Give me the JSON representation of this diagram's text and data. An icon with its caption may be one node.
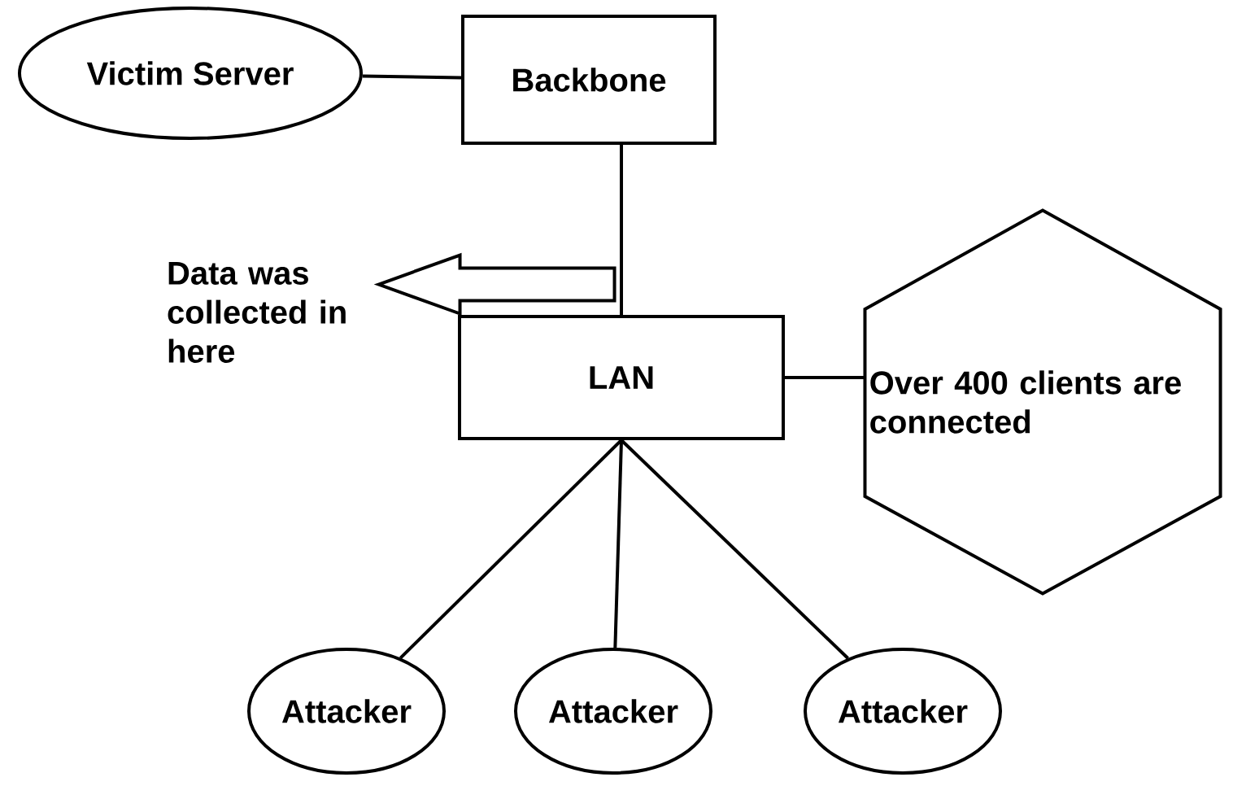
{
  "diagram": {
    "nodes": [
      {
        "text": [
          "Victim Server"
        ]
      },
      {
        "text": [
          "Backbone"
        ]
      },
      {
        "text": [
          "Data was collected in here"
        ]
      },
      {
        "text": [
          "LAN"
        ]
      },
      {
        "text": [
          "Over 400 clients are connected"
        ]
      },
      {
        "text": [
          "Attacker"
        ]
      },
      {
        "text": [
          "Attacker"
        ]
      },
      {
        "text": [
          "Attacker"
        ]
      }
    ],
    "edges": [
      {
        "from": 0,
        "to": 1,
        "arrow": "none"
      },
      {
        "from": 1,
        "to": 3,
        "arrow": "none"
      },
      {
        "from": 3,
        "to": 4,
        "arrow": "none"
      },
      {
        "from": 3,
        "to": 5,
        "arrow": "none"
      },
      {
        "from": 3,
        "to": 6,
        "arrow": "none"
      },
      {
        "from": 3,
        "to": 7,
        "arrow": "none"
      },
      {
        "from": null,
        "to": 2,
        "arrow": "to"
      }
    ]
  }
}
